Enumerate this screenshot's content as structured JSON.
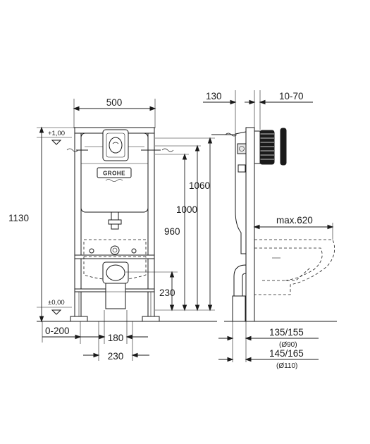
{
  "dimensions": {
    "frame_width": "500",
    "frame_height": "1130",
    "height_1060": "1060",
    "height_1000": "1000",
    "height_960": "960",
    "height_230_left": "230",
    "adj_0_200": "0-200",
    "spacing_180": "180",
    "spacing_230_bottom": "230",
    "depth_130": "130",
    "depth_10_70": "10-70",
    "max_620": "max.620",
    "pipe_135_155": "135/155",
    "pipe_d90": "(Ø90)",
    "pipe_145_165": "145/165",
    "pipe_d110": "(Ø110)"
  },
  "levels": {
    "plus_1": "+1,00",
    "zero": "±0,00"
  },
  "logo": "GROHE"
}
